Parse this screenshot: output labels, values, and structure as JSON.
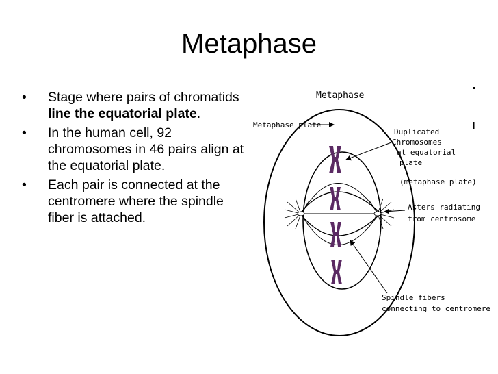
{
  "slide": {
    "title": "Metaphase",
    "bullets": [
      {
        "before": "Stage where pairs of chromatids ",
        "bold": "line the equatorial plate",
        "after": "."
      },
      {
        "before": "In the human cell, 92 chromosomes in 46 pairs align at the equatorial plate.",
        "bold": "",
        "after": ""
      },
      {
        "before": "Each pair is connected at the centromere where the spindle fiber is attached.",
        "bold": "",
        "after": ""
      }
    ]
  },
  "diagram": {
    "title": "Metaphase",
    "labels": {
      "metaphase_plate": "Metaphase plate",
      "duplicated": [
        "Duplicated",
        "Chromosomes",
        "at equatorial",
        "plate",
        "(metaphase plate)"
      ],
      "asters": [
        "Asters radiating",
        "from centrosome"
      ],
      "spindle": [
        "Spindle fibers",
        "connecting to centromere"
      ]
    },
    "colors": {
      "chromosome": "#5b2a63",
      "line": "#000000"
    }
  }
}
